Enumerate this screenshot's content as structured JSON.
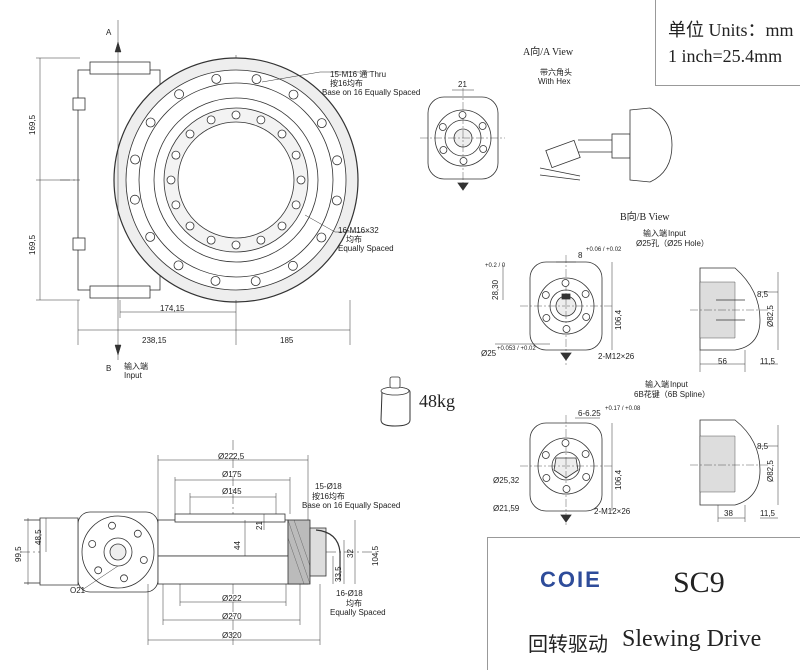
{
  "units": {
    "line1": "单位 Units：mm",
    "line2": "1 inch=25.4mm"
  },
  "brand": {
    "logo_text": "COIE",
    "model": "SC9",
    "name_cn": "回转驱动",
    "name_en": "Slewing Drive"
  },
  "weight": {
    "value": "48kg"
  },
  "view_a": {
    "arrow_label": "A",
    "title": "A向/A View",
    "note_cn": "带六角头",
    "note_en": "With Hex",
    "dim_21": "21"
  },
  "view_b": {
    "arrow_label": "B",
    "title": "B向/B View",
    "input1_cn": "输入端",
    "input1_en": "Input",
    "input1_hole": "Ø25孔（Ø25 Hole）",
    "input2_cn": "输入端",
    "input2_en": "Input",
    "input2_spline": "6B花键（6B Spline）"
  },
  "front_view": {
    "holes_thru_1": "15-M16 通 Thru",
    "holes_thru_2": "按16均布",
    "holes_thru_3": "Base on 16 Equally Spaced",
    "holes_inner_1": "16-M16×32",
    "holes_inner_2": "均布",
    "holes_inner_3": "Equally Spaced",
    "dim_169_top": "169,5",
    "dim_169_bot": "169,5",
    "dim_174": "174,15",
    "dim_238": "238,15",
    "dim_185": "185",
    "input_cn": "输入端",
    "input_en": "Input"
  },
  "b_detail_1": {
    "dim_8": "8",
    "tol_8": "+0.06 / +0.02",
    "dim_28": "28,30",
    "tol_28": "+0.2 / 0",
    "dim_106": "106,4",
    "dim_25": "Ø25",
    "tol_25": "+0.053 / +0.02",
    "bolts": "2-M12×26"
  },
  "b_detail_2": {
    "dim_spline": "6-6.25",
    "tol_spline": "+0.17 / +0.08",
    "dim_25_32": "Ø25,32",
    "dim_21_59": "Ø21,59",
    "dim_106": "106,4",
    "bolts": "2-M12×26"
  },
  "side_detail_1": {
    "dim_8_5": "8,5",
    "dim_82_5": "Ø82,5",
    "dim_56": "56",
    "dim_11_5": "11,5"
  },
  "side_detail_2": {
    "dim_8_5": "8,5",
    "dim_82_5": "Ø82,5",
    "dim_38": "38",
    "dim_11_5": "11,5"
  },
  "section_view": {
    "dim_222_5": "Ø222,5",
    "dim_175": "Ø175",
    "dim_145": "Ø145",
    "holes_top_1": "15-Ø18",
    "holes_top_2": "按16均布",
    "holes_top_3": "Base on 16  Equally Spaced",
    "holes_bot_1": "16-Ø18",
    "holes_bot_2": "均布",
    "holes_bot_3": "Equally Spaced",
    "dim_222": "Ø222",
    "dim_270": "Ø270",
    "dim_320": "Ø320",
    "dim_99_5": "99,5",
    "dim_48_5": "48,5",
    "dim_21_side": "21",
    "dim_44": "44",
    "dim_32": "32",
    "dim_33_5": "33,5",
    "dim_104_5": "104,5",
    "dim_o21": "O21"
  }
}
